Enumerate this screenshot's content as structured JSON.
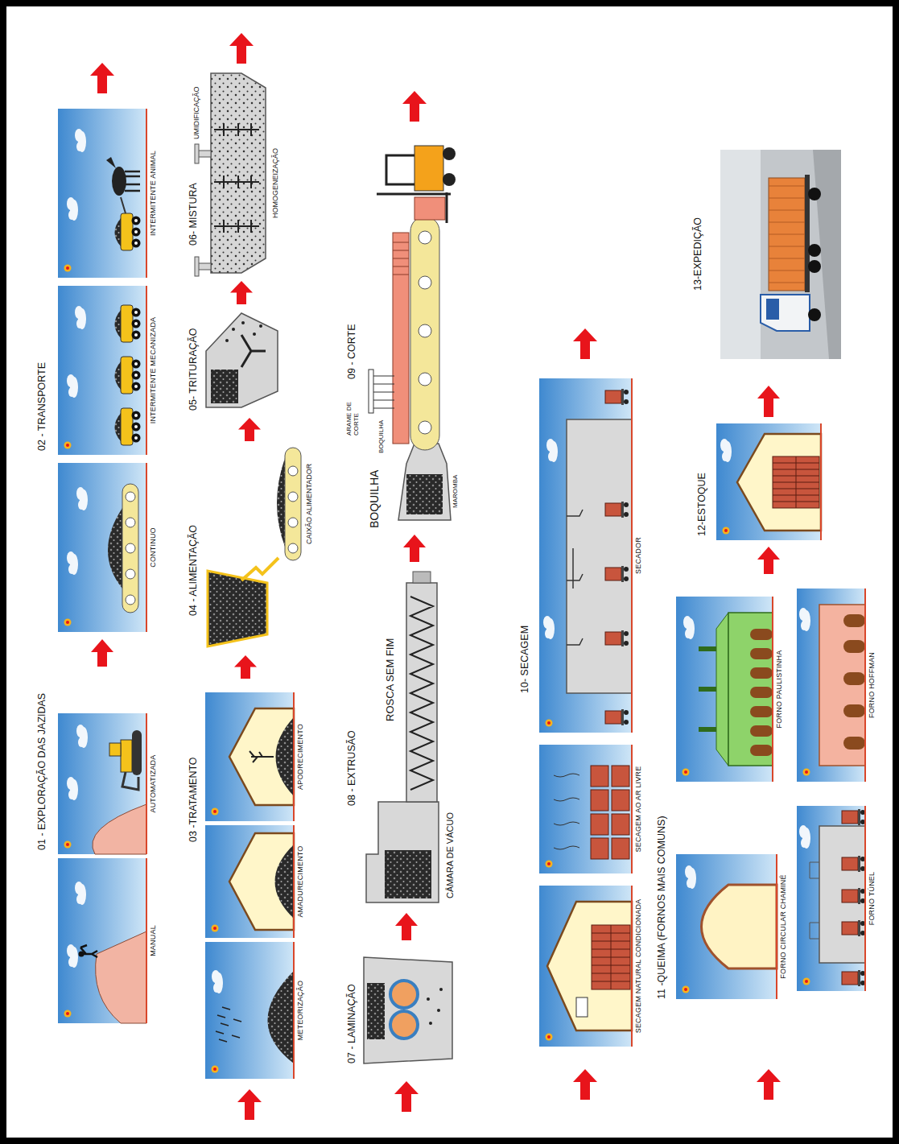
{
  "diagram": {
    "nodes": [
      {
        "text": [
          "01 - EXPLORAÇÃO DAS JAZIDAS"
        ]
      },
      {
        "text": [
          "MANUAL"
        ],
        "in": 0
      },
      {
        "text": [
          "AUTOMATIZADA"
        ],
        "in": 0
      },
      {
        "text": [
          "02 - TRANSPORTE"
        ]
      },
      {
        "text": [
          "CONTINUO"
        ],
        "in": 3
      },
      {
        "text": [
          "INTERMITENTE MECANIZADA"
        ],
        "in": 3
      },
      {
        "text": [
          "INTERMITENTE ANIMAL"
        ],
        "in": 3
      },
      {
        "text": [
          "03 -TRATAMENTO"
        ]
      },
      {
        "text": [
          "METEORIZAÇÃO"
        ],
        "in": 7
      },
      {
        "text": [
          "AMADURECIMENTO"
        ],
        "in": 7
      },
      {
        "text": [
          "APODRECIMENTO"
        ],
        "in": 7
      },
      {
        "text": [
          "04 - ALIMENTAÇÃO"
        ]
      },
      {
        "text": [
          "05- TRITURAÇÃO"
        ]
      },
      {
        "text": [
          "06- MISTURA"
        ]
      },
      {
        "text": [
          "07 - LAMINAÇÃO"
        ]
      },
      {
        "text": [
          "08 - EXTRUSÃO"
        ]
      },
      {
        "text": [
          "09 - CORTE"
        ]
      },
      {
        "text": [
          "10- SECAGEM"
        ]
      },
      {
        "text": [
          "SECAGEM NATURAL CONDICIONADA"
        ],
        "in": 17
      },
      {
        "text": [
          "SECAGEM AO AR LIVRE"
        ],
        "in": 17
      },
      {
        "text": [
          "SECADOR"
        ],
        "in": 17
      },
      {
        "text": [
          "11 -QUEIMA (FORNOS MAIS COMUNS)"
        ]
      },
      {
        "text": [
          "FORNO CIRCULAR CHAMINÉ"
        ],
        "in": 21
      },
      {
        "text": [
          "FORNO PAULISTINHA"
        ],
        "in": 21
      },
      {
        "text": [
          "FORNO TÚNEL"
        ],
        "in": 21
      },
      {
        "text": [
          "FORNO HOFFMAN"
        ],
        "in": 21
      },
      {
        "text": [
          "12-ESTOQUE"
        ]
      },
      {
        "text": [
          "13-EXPEDIÇÃO"
        ]
      }
    ],
    "edges": [
      {
        "from": 0,
        "to": 3,
        "arrow": "to"
      },
      {
        "from": 7,
        "to": 11,
        "arrow": "to"
      },
      {
        "from": 11,
        "to": 12,
        "arrow": "to"
      },
      {
        "from": 12,
        "to": 13,
        "arrow": "to"
      },
      {
        "from": 14,
        "to": 15,
        "arrow": "to"
      },
      {
        "from": 15,
        "to": 16,
        "arrow": "to"
      },
      {
        "from": 21,
        "to": 26,
        "arrow": "to"
      },
      {
        "from": 26,
        "to": 27,
        "arrow": "to"
      }
    ],
    "labels": [
      "CAIXÃO ALIMENTADOR",
      "UMIDIFICAÇÃO",
      "HOMOGENEIZAÇÃO",
      "CÂMARA DE VÁCUO",
      "ROSCA SEM FIM",
      "BOQUILHA",
      "BOQUILHA",
      "ARAME DE CORTE",
      "MAROMBA"
    ]
  }
}
